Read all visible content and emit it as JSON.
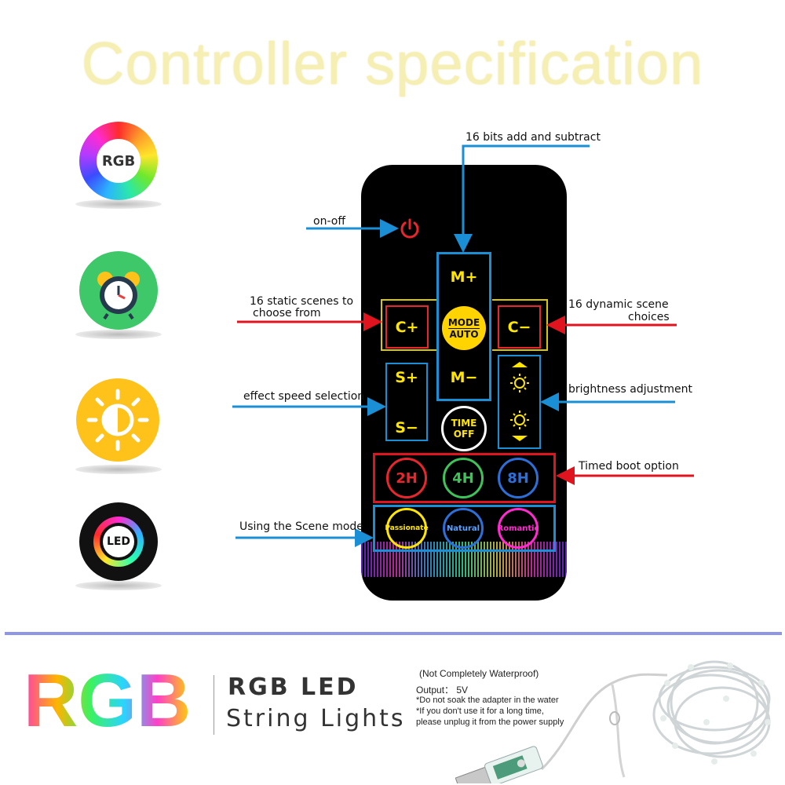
{
  "title": "Controller specification",
  "side_icons": {
    "rgb_label": "RGB",
    "led_label": "LED"
  },
  "remote": {
    "m_plus": "M+",
    "m_minus": "M−",
    "c_plus": "C+",
    "c_minus": "C−",
    "s_plus": "S+",
    "s_minus": "S−",
    "mode": "MODE",
    "auto": "AUTO",
    "time": "TIME",
    "off": "OFF",
    "t2": "2H",
    "t4": "4H",
    "t8": "8H",
    "scene1": "Passionate",
    "scene2": "Natural",
    "scene3": "Romantic"
  },
  "callouts": {
    "add_subtract": "16 bits add and subtract",
    "on_off": "on-off",
    "static_1": "16 static scenes to",
    "static_2": "choose from",
    "dynamic_1": "16 dynamic scene",
    "dynamic_2": "choices",
    "speed": "effect speed selection",
    "brightness": "brightness adjustment",
    "timed": "Timed boot option",
    "scene": "Using the Scene mode"
  },
  "footer": {
    "big": "RGB",
    "product_line1": "RGB LED",
    "product_line2": "String Lights",
    "notes": [
      "(Not Completely Waterproof)",
      "Output： 5V",
      "*Do not soak the adapter in the water",
      "*If you don't use it for a long time,",
      "please unplug it from the power supply"
    ]
  },
  "colors": {
    "blue_arrow": "#1b8fd6",
    "red_arrow": "#e0141e",
    "button_yellow": "#ffe600",
    "red": "#e8262e",
    "green": "#3fc25a",
    "blue": "#2d6fd8"
  }
}
